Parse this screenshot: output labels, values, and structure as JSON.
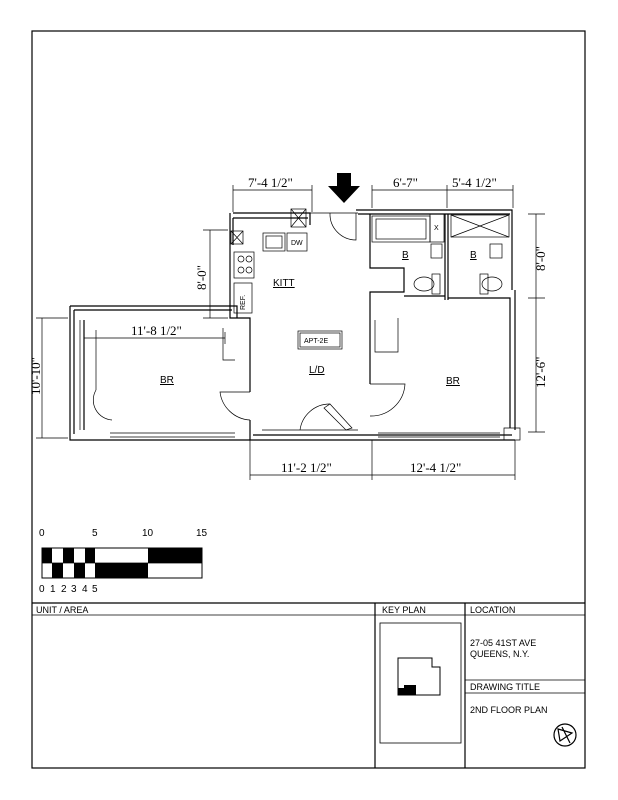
{
  "plan": {
    "unit_label": "APT-2E",
    "rooms": {
      "kitchen": "KITT",
      "living_dining": "L/D",
      "bedroom_left": "BR",
      "bedroom_right": "BR",
      "bath_1": "B",
      "bath_2": "B",
      "dishwasher": "DW",
      "refrigerator": "REF.",
      "closet_x": "X"
    },
    "dimensions": {
      "top_kitchen": "7'-4 1/2\"",
      "top_bath1": "6'-7\"",
      "top_bath2": "5'-4 1/2\"",
      "right_upper": "8'-0\"",
      "right_lower": "12'-6\"",
      "kitchen_depth": "8'-0\"",
      "left_height": "10'-10\"",
      "left_bedroom_width": "11'-8 1/2\"",
      "bottom_ld": "11'-2 1/2\"",
      "bottom_br": "12'-4 1/2\""
    }
  },
  "scale_bar": {
    "major_labels": [
      "0",
      "5",
      "10",
      "15"
    ],
    "minor_labels": [
      "0",
      "1",
      "2",
      "3",
      "4",
      "5"
    ]
  },
  "title_block": {
    "unit_area_label": "UNIT / AREA",
    "key_plan_label": "KEY PLAN",
    "location_label": "LOCATION",
    "address_line1": "27-05 41ST AVE",
    "address_line2": "QUEENS, N.Y.",
    "drawing_title_label": "DRAWING TITLE",
    "drawing_title": "2ND FLOOR PLAN"
  }
}
